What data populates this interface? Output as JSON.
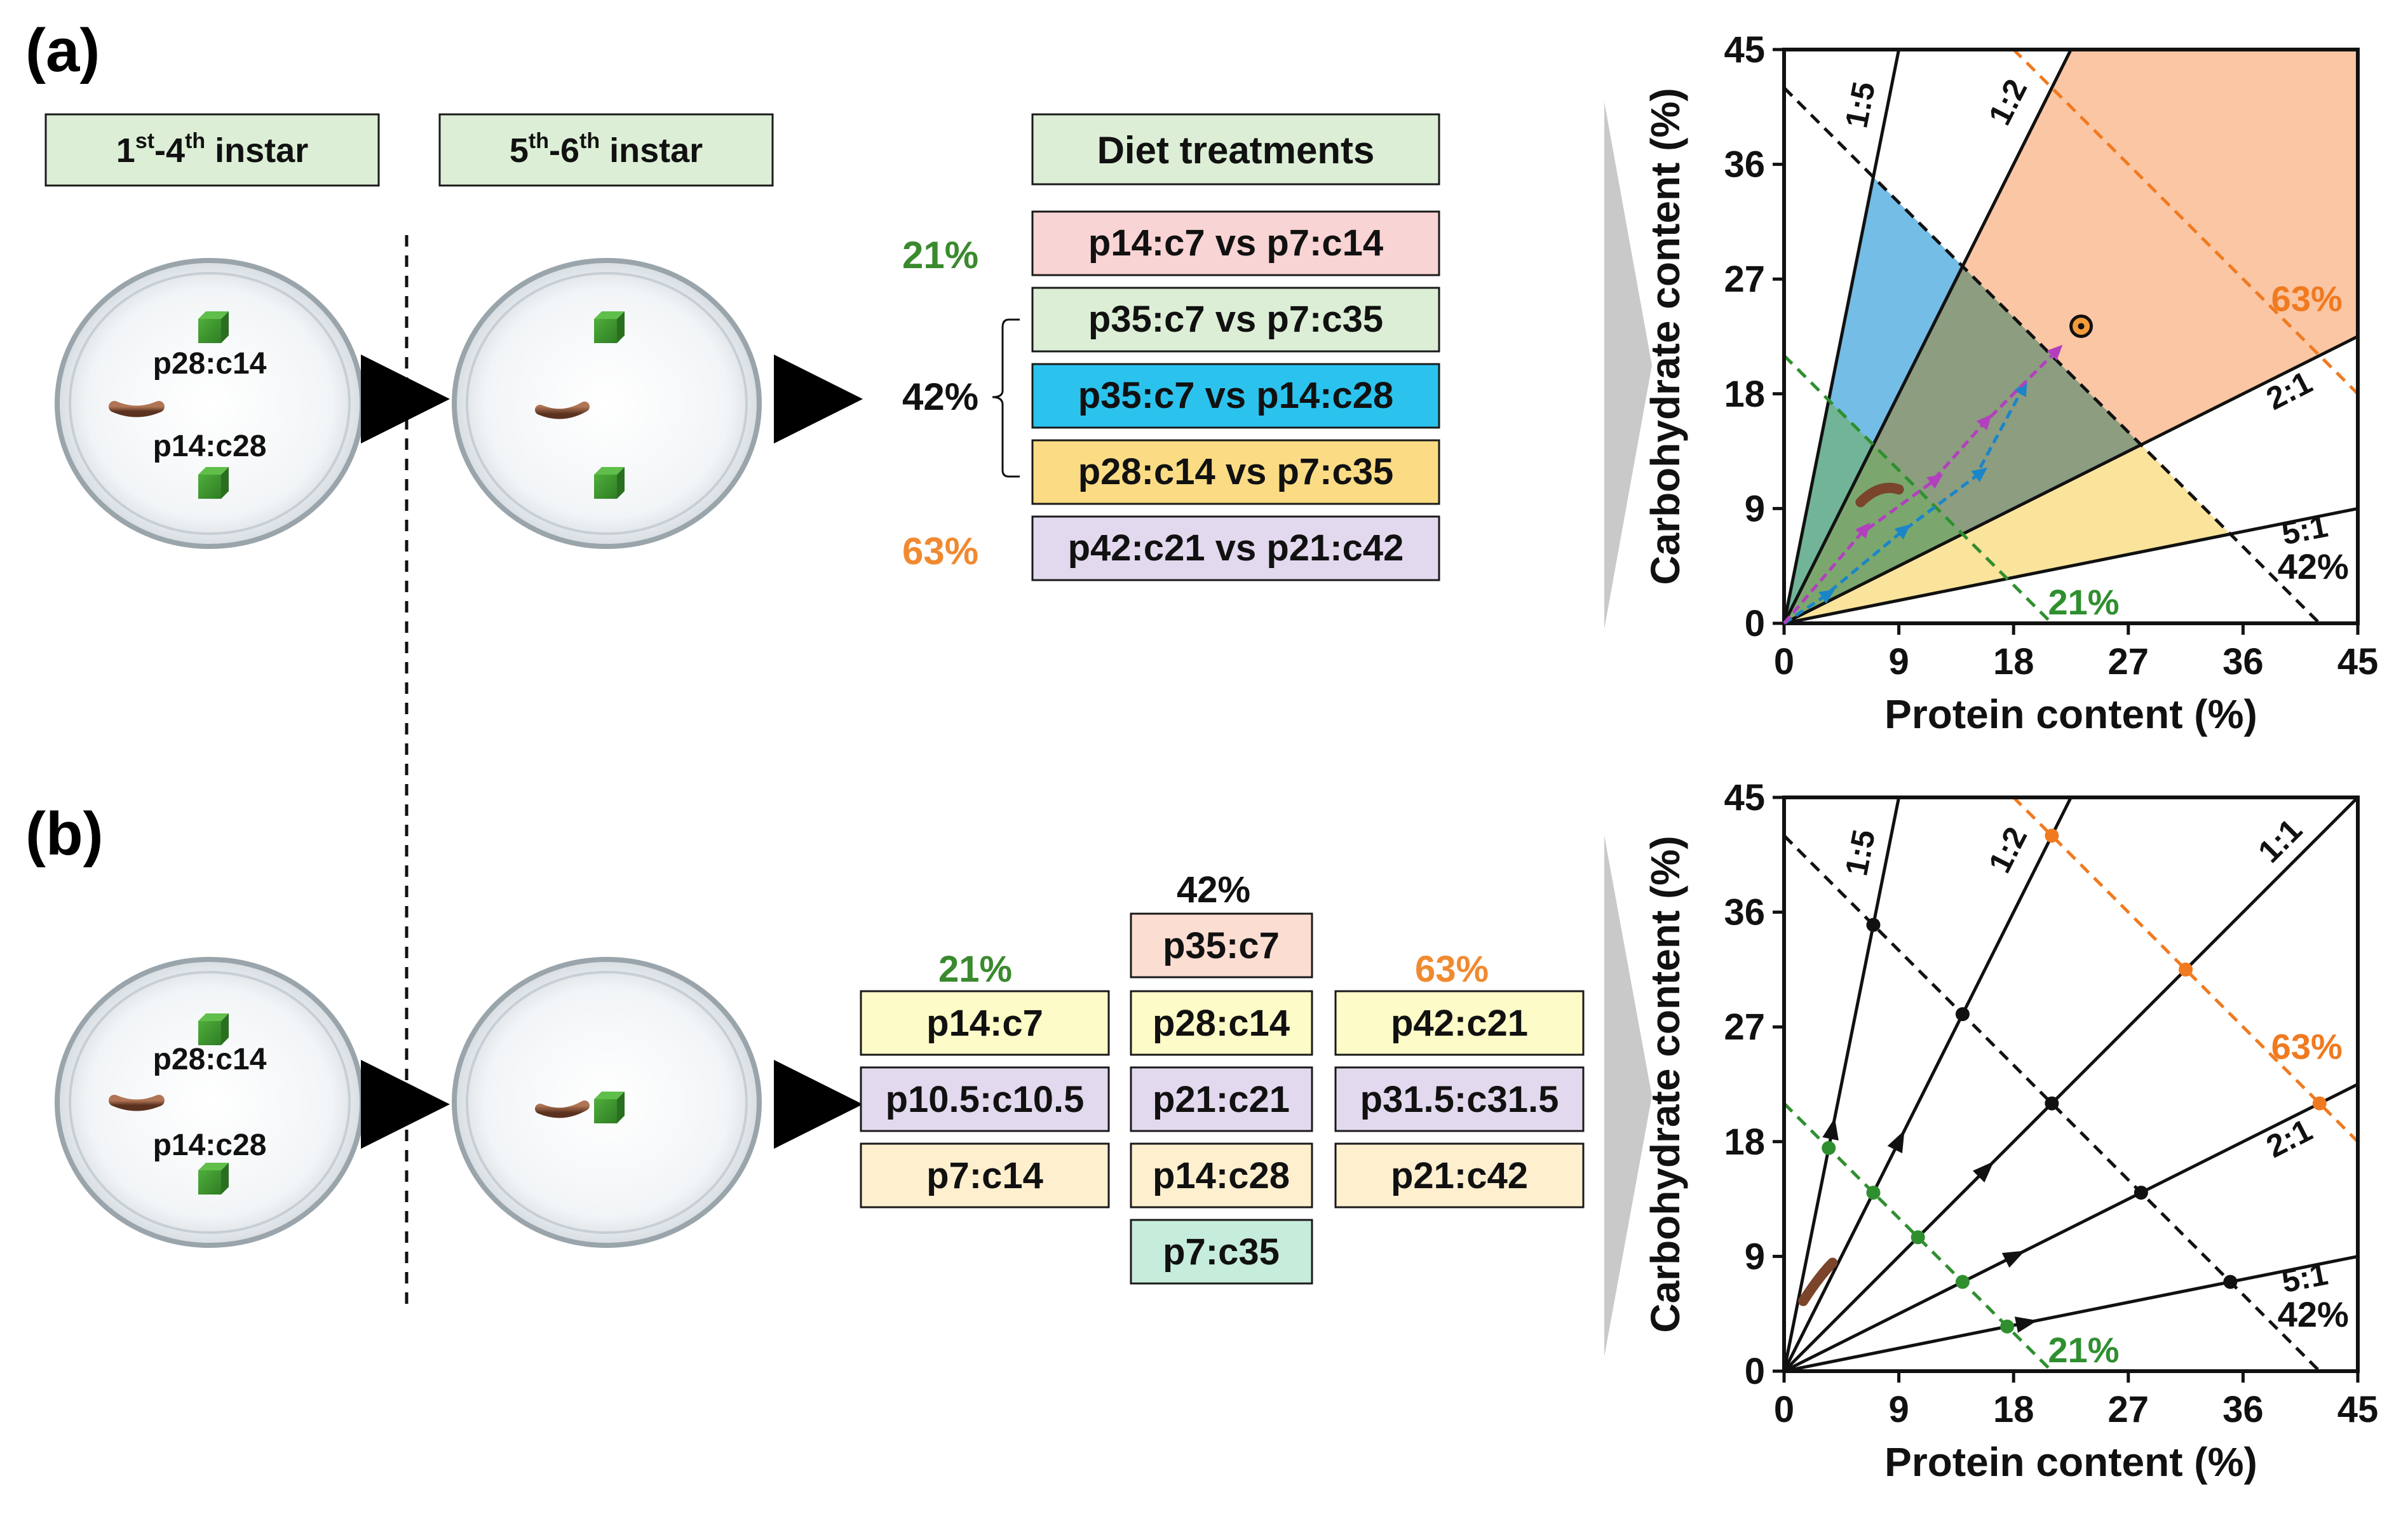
{
  "panel_a": {
    "label": "(a)",
    "stage_early": {
      "main": "1",
      "sup": "st",
      "dash": "-4",
      "sup2": "th",
      "rest": " instar"
    },
    "stage_late": {
      "main": "5",
      "sup": "th",
      "dash": "-6",
      "sup2": "th",
      "rest": " instar"
    },
    "dish1": {
      "top_label": "p28:c14",
      "bottom_label": "p14:c28"
    },
    "diet_header": "Diet treatments",
    "groups": [
      {
        "percent": "21%",
        "color": "#3a8a2e"
      },
      {
        "percent": "42%",
        "color": "#111111"
      },
      {
        "percent": "63%",
        "color": "#f08a30"
      }
    ],
    "treatments": [
      {
        "text": "p14:c7 vs p7:c14",
        "fill": "#f9d4d4"
      },
      {
        "text": "p35:c7 vs p7:c35",
        "fill": "#dcefd6"
      },
      {
        "text": "p35:c7 vs p14:c28",
        "fill": "#2bc3ee"
      },
      {
        "text": "p28:c14 vs p7:c35",
        "fill": "#fbdc85"
      },
      {
        "text": "p42:c21 vs p21:c42",
        "fill": "#e3d9ee"
      }
    ]
  },
  "panel_b": {
    "label": "(b)",
    "dish1": {
      "top_label": "p28:c14",
      "bottom_label": "p14:c28"
    },
    "column_21": {
      "header": "21%",
      "items": [
        {
          "text": "p14:c7",
          "fill": "#fdfbc7"
        },
        {
          "text": "p10.5:c10.5",
          "fill": "#e3d9ee"
        },
        {
          "text": "p7:c14",
          "fill": "#feefcf"
        }
      ]
    },
    "column_42": {
      "header": "42%",
      "items": [
        {
          "text": "p35:c7",
          "fill": "#fbddd2"
        },
        {
          "text": "p28:c14",
          "fill": "#fdfbc7"
        },
        {
          "text": "p21:c21",
          "fill": "#e3d9ee"
        },
        {
          "text": "p14:c28",
          "fill": "#feefcf"
        },
        {
          "text": "p7:c35",
          "fill": "#c6ecdc"
        }
      ]
    },
    "column_63": {
      "header": "63%",
      "items": [
        {
          "text": "p42:c21",
          "fill": "#fdfbc7"
        },
        {
          "text": "p31.5:c31.5",
          "fill": "#e3d9ee"
        },
        {
          "text": "p21:c42",
          "fill": "#feefcf"
        }
      ]
    }
  },
  "chart_data": [
    {
      "type": "diagram-plot",
      "panel": "a",
      "xlabel": "Protein content (%)",
      "ylabel": "Carbohydrate content (%)",
      "xlim": [
        0,
        45
      ],
      "ylim": [
        0,
        45
      ],
      "xticks": [
        "0",
        "9",
        "18",
        "27",
        "36",
        "45"
      ],
      "yticks": [
        "0",
        "9",
        "18",
        "27",
        "36",
        "45"
      ],
      "rails": [
        {
          "label": "1:5",
          "p": 9,
          "c": 45
        },
        {
          "label": "1:2",
          "p": 22.5,
          "c": 45
        },
        {
          "label": "2:1",
          "p": 45,
          "c": 22.5
        },
        {
          "label": "5:1",
          "p": 45,
          "c": 9
        }
      ],
      "isolines": [
        {
          "label": "21%",
          "total": 21,
          "color": "#2f8f2f"
        },
        {
          "label": "42%",
          "total": 42,
          "color": "#111111"
        },
        {
          "label": "63%",
          "total": 63,
          "color": "#f07a20"
        }
      ],
      "regions": [
        {
          "name": "blue",
          "color": "#74bde6"
        },
        {
          "name": "orange",
          "color": "#fbc6a4"
        },
        {
          "name": "yellow",
          "color": "#fae39b"
        },
        {
          "name": "grey-green",
          "color": "#8c9d80"
        }
      ],
      "path_blue": [
        [
          0,
          0
        ],
        [
          3,
          2
        ],
        [
          9,
          7
        ],
        [
          15,
          11.5
        ],
        [
          18.5,
          18
        ]
      ],
      "path_purple": [
        [
          0,
          0
        ],
        [
          6,
          7
        ],
        [
          11.5,
          11
        ],
        [
          15.5,
          15.5
        ],
        [
          21,
          21
        ]
      ],
      "target_point": [
        23.3,
        23.3
      ]
    },
    {
      "type": "diagram-plot",
      "panel": "b",
      "xlabel": "Protein content (%)",
      "ylabel": "Carbohydrate content (%)",
      "xlim": [
        0,
        45
      ],
      "ylim": [
        0,
        45
      ],
      "xticks": [
        "0",
        "9",
        "18",
        "27",
        "36",
        "45"
      ],
      "yticks": [
        "0",
        "9",
        "18",
        "27",
        "36",
        "45"
      ],
      "rails": [
        {
          "label": "1:5",
          "p": 9,
          "c": 45
        },
        {
          "label": "1:2",
          "p": 22.5,
          "c": 45
        },
        {
          "label": "1:1",
          "p": 45,
          "c": 45
        },
        {
          "label": "2:1",
          "p": 45,
          "c": 22.5
        },
        {
          "label": "5:1",
          "p": 45,
          "c": 9
        }
      ],
      "isolines": [
        {
          "label": "21%",
          "total": 21,
          "color": "#2f8f2f"
        },
        {
          "label": "42%",
          "total": 42,
          "color": "#111111"
        },
        {
          "label": "63%",
          "total": 63,
          "color": "#f07a20"
        }
      ]
    }
  ]
}
